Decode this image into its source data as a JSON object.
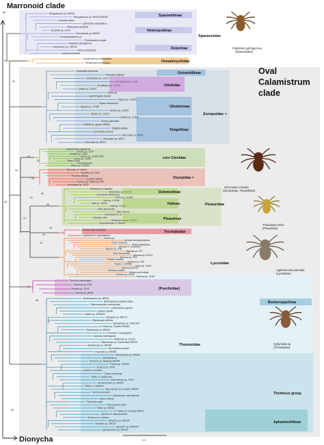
{
  "header": {
    "marronoid": "Marronoid clade",
    "dionycha": "Dionycha"
  },
  "clade": {
    "oval_line1": "Oval",
    "oval_line2": "Calamistrum",
    "oval_line3": "clade"
  },
  "families": {
    "sparianthinae": "Sparianthinae",
    "heteropodinae": "Heteropodinae",
    "deleninae": "Deleninae",
    "sparassidae": "Sparassidae",
    "homalonychidae": "Homalonychidae",
    "griswoldiinae": "Griswoldiinae",
    "udubidae": "Udubidae",
    "zoropsidae": "Zoropsidae +",
    "uliodoninae": "Uliodoninae",
    "tengellinae": "Tengellinae",
    "core_ctenidae": "core Ctenidae",
    "oxyopidae": "Oxyopidae +",
    "dolomedinae": "Dolomedinae",
    "halinae": "Halinae",
    "pisauridae": "Pisauridae",
    "pisaurinae": "Pisaurinae",
    "trechaleidae": "Trechaleidae",
    "lycosidae": "Lycosidae",
    "psechridae": "(Psechridae)",
    "borboropactinae": "Borboropactinae",
    "thomisidae": "Thomisidae",
    "thomisus_group": "Thomisus group",
    "aphantochilinae": "Aphantochilinae"
  },
  "tips": {
    "sparassid": [
      "Neosparassus sp. MR151",
      "Neosparassus sp. MR154-MR350",
      "Caesetius album",
      "Quemedice enigmaticus",
      "Heteropoda venatoria",
      "Sinopoda sp. CG78",
      "Pseudopoda sp. MR532",
      "Pseudosparianthis sp.",
      "Pseudopoda prompta",
      "Polybetes pythagoricus",
      "Eusparassus sp. MR103",
      "Delena cancerides",
      "Isopeda parnassia"
    ],
    "homalonychid": [
      "Homalonychus selenopoides",
      "Homalonychus theologus"
    ],
    "zoropsid": [
      "Griswoldia transversa",
      "Phanotea sadlerae",
      "Zorodictyna sp. CG47",
      "Zorodictyna sp. CG45",
      "Zorodictyna sp. CG300",
      "Uduba sp. CG361",
      "Uduba sp.",
      "Austrotengella hackeri",
      "Kilyana sp. CG302",
      "Kilyana hendersoni",
      "Kilyana sp. CG188",
      "Uliodon sp. CG303",
      "Uliodon sp. CG127",
      "Uliodon sp. CG196",
      "Zorops spinimana",
      "Ciniflella sp. Iguazu MR899",
      "Tengella radiata",
      "Liocranoides archeri",
      "Zorocrates sp. MR65",
      "Zorocrates sp. MR12",
      "Zorocrates sp. MR19"
    ],
    "ctenid": [
      "Ancylometes bogotensis",
      "Ctenus sp. CG70",
      "Anahita sp. CG25",
      "Ctenus sp. CG59-CG97",
      "Ctenus sp. CG99",
      "Ctenus crulsi",
      "Phoneutria fera",
      "Ctenus sp. CG108"
    ],
    "oxyopid": [
      "Senoculus cf. iricolor",
      "Tapinillus sp. PS32",
      "Peucetia viridans",
      "Oxyopes salticus",
      "Oxyopes sp. Myanmar PS6",
      "Hamataliwa sp. SP20"
    ],
    "pisaurid": [
      "Bradystichus crispatus",
      "Dolomedes sp. CG176",
      "Dolomedes tenebrosus",
      "Tolma sp. CG260",
      "Hala sp. CG269",
      "Hala sp. CG281",
      "Hala sp. CG282",
      "Nilus albocinctus",
      "Nilus easmni",
      "Paracladycnis vis",
      "Pisaurina mira",
      "Dendrolycosa sp. CG133",
      "Euprosthenops cf. bianna"
    ],
    "trechaleid": [
      "Trechaleoides biocellata",
      "Cupiennius cf. granadensis"
    ],
    "lycosid": [
      "Arctosa sp.",
      "Arctosa keenignorugnans",
      "Pirata montanus",
      "Pirata subpiraticus",
      "Venonia cf. coruscans",
      "Hippasa sp. PS8",
      "Hippasa sp. PS7",
      "Varacosa gosiuta",
      "Allocosa sp. PS114",
      "Allocosa sp. PS5",
      "Pardosa saxatilis",
      "Pardosa sp. PS6",
      "Hogna cf. bivittata",
      "Hogna sp. PS25",
      "Alopecosa kochi",
      "Rabidosa rabida",
      "Schizocosa ocreata",
      "Pardosa sp. GH48",
      "Pardosa sp. GH62"
    ],
    "psechrid": [
      "Psechrus senoculatus",
      "Psechrus sp. PS9",
      "Fecenia sp. CG75",
      "Fecenia sp. MR49"
    ],
    "thomisid": [
      "Borboropactus sp. MR411",
      "Borboropactus bituberculatus",
      "Stephanopoides sexmaculata",
      "Cebrenninus rugosus",
      "Epidius parvati",
      "Epidius sp. MR4444",
      "Coenypha sp. MR172",
      "Stephanopis altifrons",
      "Stephanopis sp. SPB-2007",
      "cf. Tobias sp. Ecuador MR440",
      "Stephanopis sp. MR442",
      "Onocolus cf. pentagonus",
      "Epicadus heterogaster",
      "Sidymella sp. CG211",
      "Stephanopis sp. Queensland MR201",
      "Stephanopis sp. MR395",
      "Acrosolinthus tristani",
      "Amyciaea sp. MR389",
      "Misumenops sp. MR364",
      "Ebrechtella sp.",
      "Thomisus sp. Malaysia MR365",
      "Tmarus sp. MR369",
      "Xysticus sp. SP40",
      "Lysiteles coronatus",
      "Tmarus holmbergi",
      "Titidius cf. galbanatus",
      "Misumenops sp. SP26",
      "Acentroscelus sp. MR453",
      "Titidius cf. albifrons",
      "Misumenops sp. Ecuador MR450",
      "Synema parvulum",
      "Misumenops nepenthicola",
      "Diaea subdola",
      "Thomisops pupa",
      "Phrynarachne katoi",
      "cf. Tobias sp. MR441",
      "cf. Tobias sp. Ecuador MR437",
      "Synema cf. albonaculatum",
      "Simorcus cf. asiaticus",
      "Strophius sp. MR168",
      "Strophius sp. MR180",
      "Synaphris sp. MR4544",
      "Aphantochilus sp. MR186"
    ]
  },
  "support": [
    "95",
    "80",
    "60",
    "96",
    "23",
    "91",
    "54",
    "89",
    "52",
    "93",
    "96",
    "58",
    "28",
    "90",
    "92",
    "99",
    "88",
    "70"
  ],
  "photos": {
    "p1_caption_1": "Polybetes pythagoricus",
    "p1_caption_2": "(Sparassidae)",
    "p2_caption_1": "Zorocrates unicolor",
    "p2_caption_2": "(Zoropsidae, Tengellinae)",
    "p3_caption_1": "Thaumasia velox",
    "p3_caption_2": "(Pisauridae)",
    "p4_caption_1": "Agalenocosa punctata",
    "p4_caption_2": "(Lycosidae)",
    "p5_caption_1": "Sydymella sp.",
    "p5_caption_2": "(Thomisidae)"
  },
  "scale_label": "0.3",
  "colors": {
    "sparassidae": "#8d8fd6",
    "homalonychidae": "#e8a33a",
    "zoropsidae": "#4b8ccf",
    "ctenidae": "#7bbf3a",
    "oxyopidae": "#e8553a",
    "pisauridae": "#8cbf2e",
    "trechaleidae": "#e0394e",
    "lycosidae": "#f07f2a",
    "psechridae": "#b23aa8",
    "thomisidae": "#2f8fb8",
    "oval_panel": "#ececec"
  }
}
